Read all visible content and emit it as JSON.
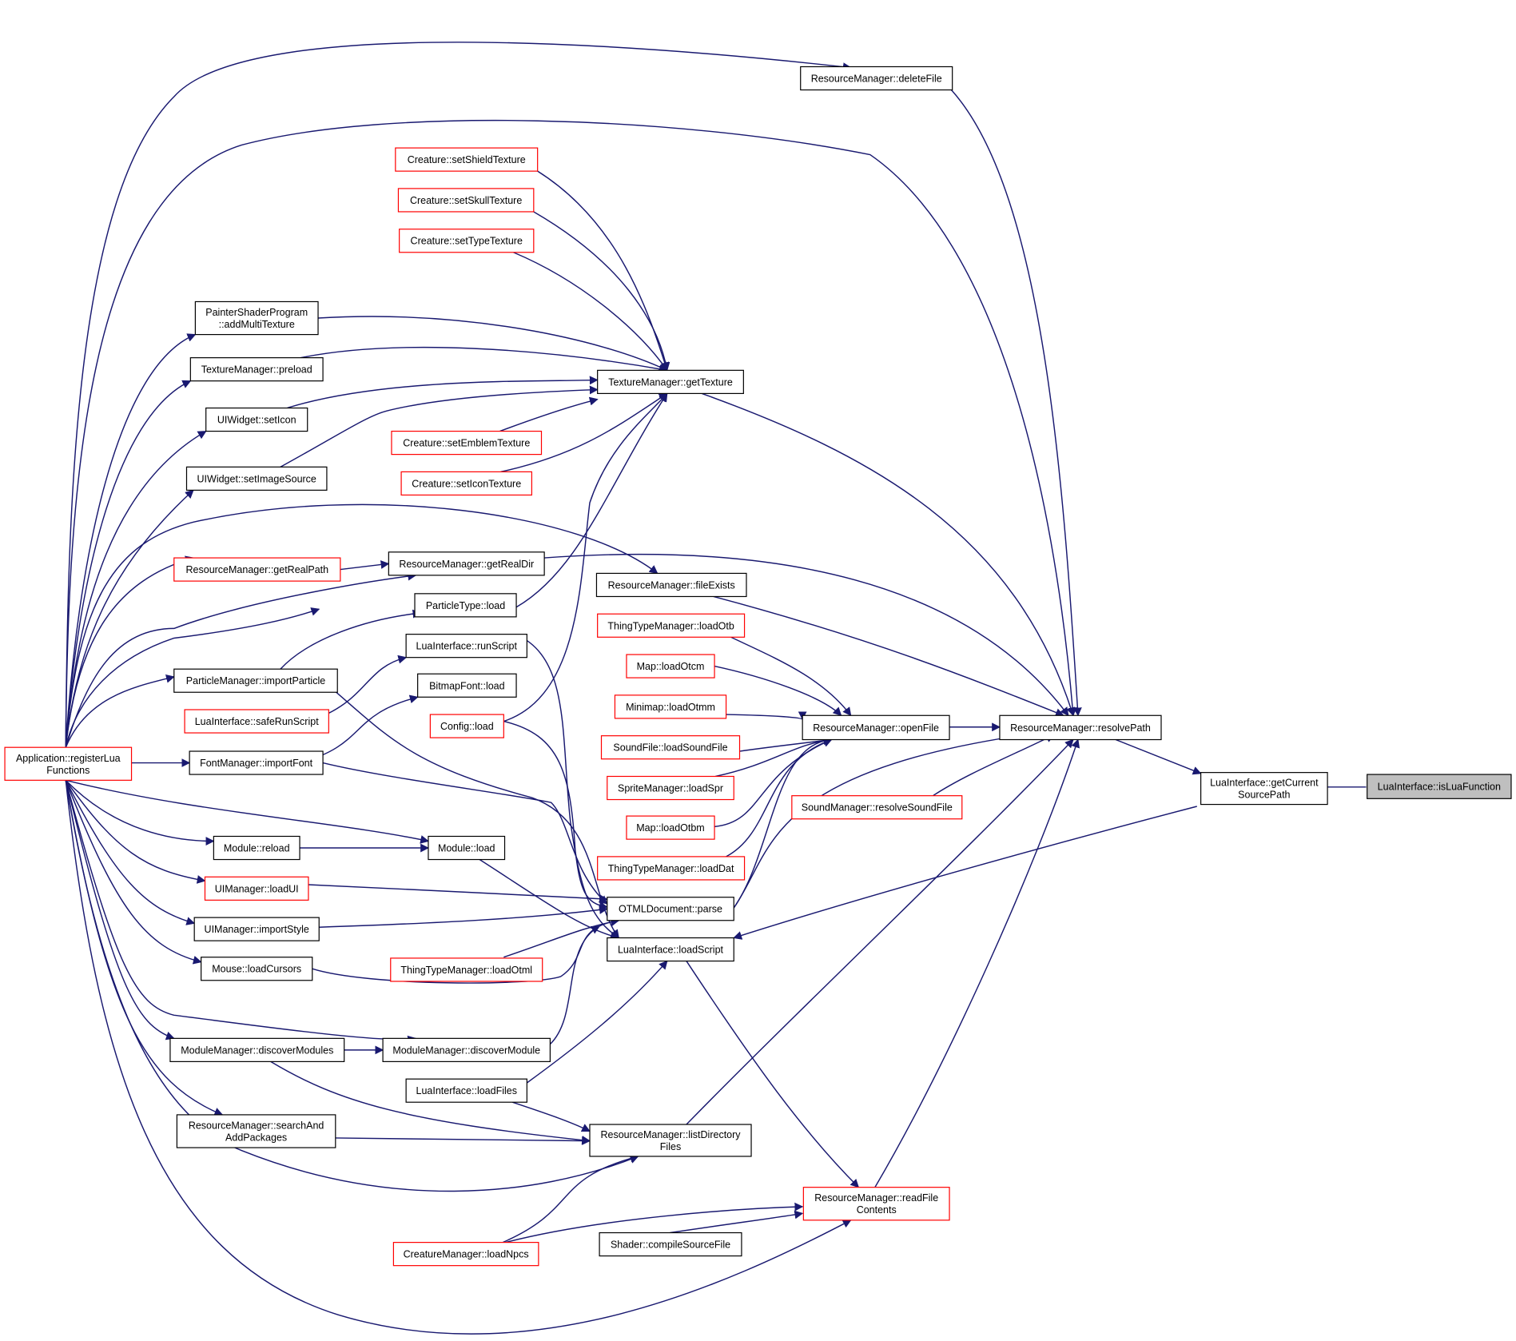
{
  "graph": {
    "nodes": [
      {
        "id": "root",
        "lines": [
          "LuaInterface::isLuaFunction"
        ],
        "style": "root"
      },
      {
        "id": "getCurrentSourcePath",
        "lines": [
          "LuaInterface::getCurrent",
          "SourcePath"
        ],
        "style": "black"
      },
      {
        "id": "resolvePath",
        "lines": [
          "ResourceManager::resolvePath"
        ],
        "style": "black"
      },
      {
        "id": "deleteFile",
        "lines": [
          "ResourceManager::deleteFile"
        ],
        "style": "black"
      },
      {
        "id": "openFile",
        "lines": [
          "ResourceManager::openFile"
        ],
        "style": "black"
      },
      {
        "id": "getTexture",
        "lines": [
          "TextureManager::getTexture"
        ],
        "style": "black"
      },
      {
        "id": "getRealDir",
        "lines": [
          "ResourceManager::getRealDir"
        ],
        "style": "black"
      },
      {
        "id": "fileExists",
        "lines": [
          "ResourceManager::fileExists"
        ],
        "style": "black"
      },
      {
        "id": "resolveSoundFile",
        "lines": [
          "SoundManager::resolveSoundFile"
        ],
        "style": "red"
      },
      {
        "id": "loadScript",
        "lines": [
          "LuaInterface::loadScript"
        ],
        "style": "black"
      },
      {
        "id": "readFileContents",
        "lines": [
          "ResourceManager::readFile",
          "Contents"
        ],
        "style": "red"
      },
      {
        "id": "listDirectoryFiles",
        "lines": [
          "ResourceManager::listDirectory",
          "Files"
        ],
        "style": "black"
      },
      {
        "id": "parse",
        "lines": [
          "OTMLDocument::parse"
        ],
        "style": "black"
      },
      {
        "id": "setShieldTexture",
        "lines": [
          "Creature::setShieldTexture"
        ],
        "style": "red"
      },
      {
        "id": "setSkullTexture",
        "lines": [
          "Creature::setSkullTexture"
        ],
        "style": "red"
      },
      {
        "id": "setTypeTexture",
        "lines": [
          "Creature::setTypeTexture"
        ],
        "style": "red"
      },
      {
        "id": "setEmblemTexture",
        "lines": [
          "Creature::setEmblemTexture"
        ],
        "style": "red"
      },
      {
        "id": "setIconTexture",
        "lines": [
          "Creature::setIconTexture"
        ],
        "style": "red"
      },
      {
        "id": "addMultiTexture",
        "lines": [
          "PainterShaderProgram",
          "::addMultiTexture"
        ],
        "style": "black"
      },
      {
        "id": "tmPreload",
        "lines": [
          "TextureManager::preload"
        ],
        "style": "black"
      },
      {
        "id": "setIcon",
        "lines": [
          "UIWidget::setIcon"
        ],
        "style": "black"
      },
      {
        "id": "setImageSource",
        "lines": [
          "UIWidget::setImageSource"
        ],
        "style": "black"
      },
      {
        "id": "getRealPath",
        "lines": [
          "ResourceManager::getRealPath"
        ],
        "style": "red"
      },
      {
        "id": "particleTypeLoad",
        "lines": [
          "ParticleType::load"
        ],
        "style": "black"
      },
      {
        "id": "runScript",
        "lines": [
          "LuaInterface::runScript"
        ],
        "style": "black"
      },
      {
        "id": "bitmapFontLoad",
        "lines": [
          "BitmapFont::load"
        ],
        "style": "black"
      },
      {
        "id": "configLoad",
        "lines": [
          "Config::load"
        ],
        "style": "red"
      },
      {
        "id": "importParticle",
        "lines": [
          "ParticleManager::importParticle"
        ],
        "style": "black"
      },
      {
        "id": "safeRunScript",
        "lines": [
          "LuaInterface::safeRunScript"
        ],
        "style": "red"
      },
      {
        "id": "importFont",
        "lines": [
          "FontManager::importFont"
        ],
        "style": "black"
      },
      {
        "id": "registerLuaFunctions",
        "lines": [
          "Application::registerLua",
          "Functions"
        ],
        "style": "red"
      },
      {
        "id": "loadOtb",
        "lines": [
          "ThingTypeManager::loadOtb"
        ],
        "style": "red"
      },
      {
        "id": "loadOtcm",
        "lines": [
          "Map::loadOtcm"
        ],
        "style": "red"
      },
      {
        "id": "loadOtmm",
        "lines": [
          "Minimap::loadOtmm"
        ],
        "style": "red"
      },
      {
        "id": "loadSoundFile",
        "lines": [
          "SoundFile::loadSoundFile"
        ],
        "style": "red"
      },
      {
        "id": "loadSpr",
        "lines": [
          "SpriteManager::loadSpr"
        ],
        "style": "red"
      },
      {
        "id": "loadOtbm",
        "lines": [
          "Map::loadOtbm"
        ],
        "style": "red"
      },
      {
        "id": "loadDat",
        "lines": [
          "ThingTypeManager::loadDat"
        ],
        "style": "red"
      },
      {
        "id": "moduleReload",
        "lines": [
          "Module::reload"
        ],
        "style": "black"
      },
      {
        "id": "moduleLoad",
        "lines": [
          "Module::load"
        ],
        "style": "black"
      },
      {
        "id": "loadUI",
        "lines": [
          "UIManager::loadUI"
        ],
        "style": "red"
      },
      {
        "id": "importStyle",
        "lines": [
          "UIManager::importStyle"
        ],
        "style": "black"
      },
      {
        "id": "loadCursors",
        "lines": [
          "Mouse::loadCursors"
        ],
        "style": "black"
      },
      {
        "id": "loadOtml",
        "lines": [
          "ThingTypeManager::loadOtml"
        ],
        "style": "red"
      },
      {
        "id": "discoverModules",
        "lines": [
          "ModuleManager::discoverModules"
        ],
        "style": "black"
      },
      {
        "id": "discoverModule",
        "lines": [
          "ModuleManager::discoverModule"
        ],
        "style": "black"
      },
      {
        "id": "loadFiles",
        "lines": [
          "LuaInterface::loadFiles"
        ],
        "style": "black"
      },
      {
        "id": "searchAndAddPackages",
        "lines": [
          "ResourceManager::searchAnd",
          "AddPackages"
        ],
        "style": "black"
      },
      {
        "id": "loadNpcs",
        "lines": [
          "CreatureManager::loadNpcs"
        ],
        "style": "red"
      },
      {
        "id": "compileSourceFile",
        "lines": [
          "Shader::compileSourceFile"
        ],
        "style": "black"
      }
    ]
  }
}
